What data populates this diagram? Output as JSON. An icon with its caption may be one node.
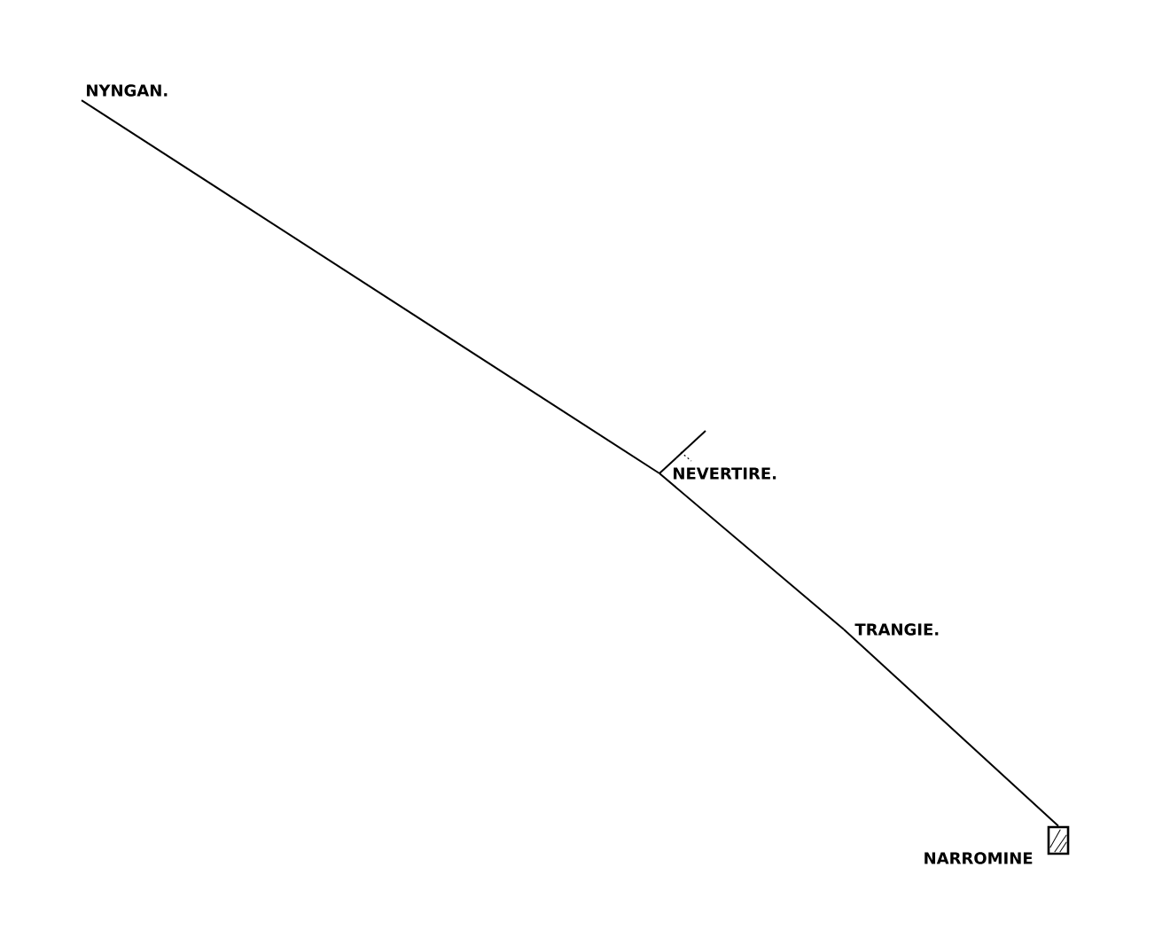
{
  "diagram": {
    "nodes": [
      {
        "text": [
          "NYNGAN."
        ]
      },
      {
        "text": [
          "NEVERTIRE."
        ]
      },
      {
        "text": [
          "TRANGIE."
        ]
      },
      {
        "text": [],
        "shape": "box",
        "beside": [
          "NARROMINE"
        ]
      }
    ],
    "edges": [
      {
        "from": 0,
        "to": 1,
        "arrow": "none"
      },
      {
        "from": 1,
        "to": 2,
        "arrow": "none"
      },
      {
        "from": 2,
        "to": 3,
        "arrow": "none"
      }
    ]
  }
}
